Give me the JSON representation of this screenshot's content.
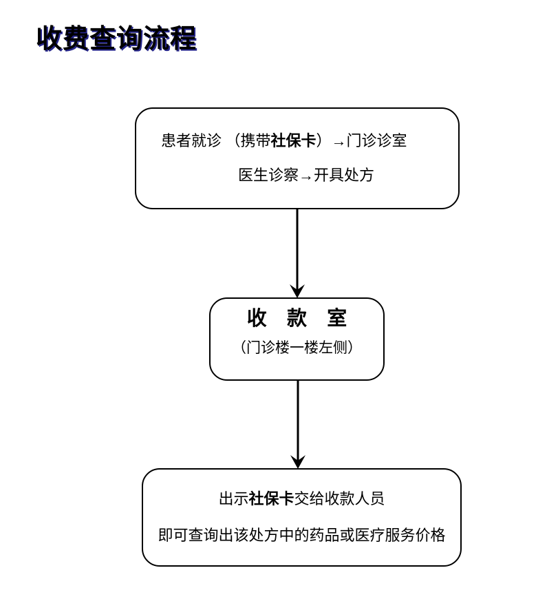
{
  "document": {
    "title": "收费查询流程"
  },
  "flowchart": {
    "type": "vertical-flow",
    "nodes": [
      {
        "id": "node-patient-visit",
        "name": "patient-visit-box",
        "shape": "rounded-rectangle",
        "lines": [
          {
            "prefix": "患者就诊 （携带",
            "emphasis": "社保卡",
            "suffix": "）→门诊诊室"
          },
          {
            "prefix": "",
            "emphasis": "",
            "suffix": "医生诊察→开具处方"
          }
        ]
      },
      {
        "id": "node-cashier",
        "name": "cashier-office-box",
        "shape": "rounded-rectangle",
        "heading": "收 款 室",
        "subtext": "（门诊楼一楼左侧）"
      },
      {
        "id": "node-query-result",
        "name": "query-result-box",
        "shape": "rounded-rectangle",
        "lines": [
          {
            "prefix": "出示",
            "emphasis": "社保卡",
            "suffix": "交给收款人员"
          },
          {
            "prefix": "",
            "emphasis": "",
            "suffix": "即可查询出该处方中的药品或医疗服务价格"
          }
        ]
      }
    ],
    "connectors": [
      {
        "id": "arrow-1",
        "name": "arrow-visit-to-cashier",
        "from": "node-patient-visit",
        "to": "node-cashier",
        "direction": "down"
      },
      {
        "id": "arrow-2",
        "name": "arrow-cashier-to-result",
        "from": "node-cashier",
        "to": "node-query-result",
        "direction": "down"
      }
    ]
  },
  "colors": {
    "stroke": "#000000",
    "background": "#ffffff",
    "title_shadow": "#26268c"
  }
}
